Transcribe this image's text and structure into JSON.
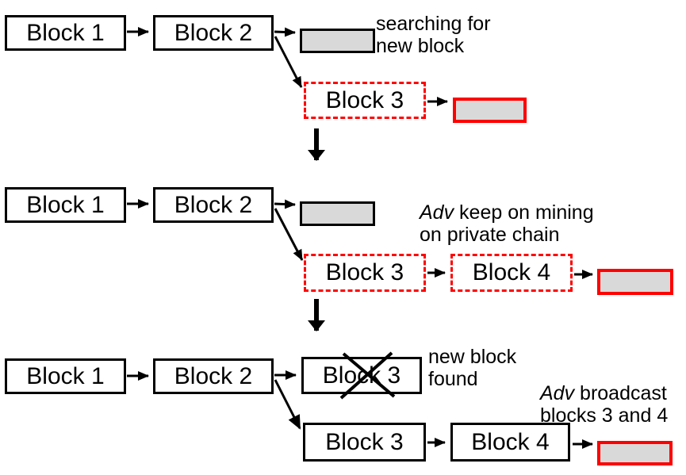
{
  "colors": {
    "background": "#ffffff",
    "line": "#000000",
    "box_fill": "#ffffff",
    "gray_fill": "#d9d9d9",
    "red": "#ff0000",
    "text": "#000000"
  },
  "stage1": {
    "block1": "Block 1",
    "block2": "Block 2",
    "private_block3": "Block 3",
    "note_searching": {
      "line1": "searching for",
      "line2": "new block"
    }
  },
  "stage2": {
    "block1": "Block 1",
    "block2": "Block 2",
    "private_block3": "Block 3",
    "private_block4": "Block 4",
    "note_mining": {
      "italic": "Adv",
      "rest": " keep on mining",
      "line2": "on private chain"
    }
  },
  "stage3": {
    "block1": "Block 1",
    "block2": "Block 2",
    "crossed_block3": "Block 3",
    "block3": "Block 3",
    "block4": "Block 4",
    "note_found": {
      "line1": "new block",
      "line2": "found"
    },
    "note_broadcast": {
      "italic": "Adv",
      "rest": " broadcast",
      "line2": "blocks 3 and 4"
    }
  }
}
